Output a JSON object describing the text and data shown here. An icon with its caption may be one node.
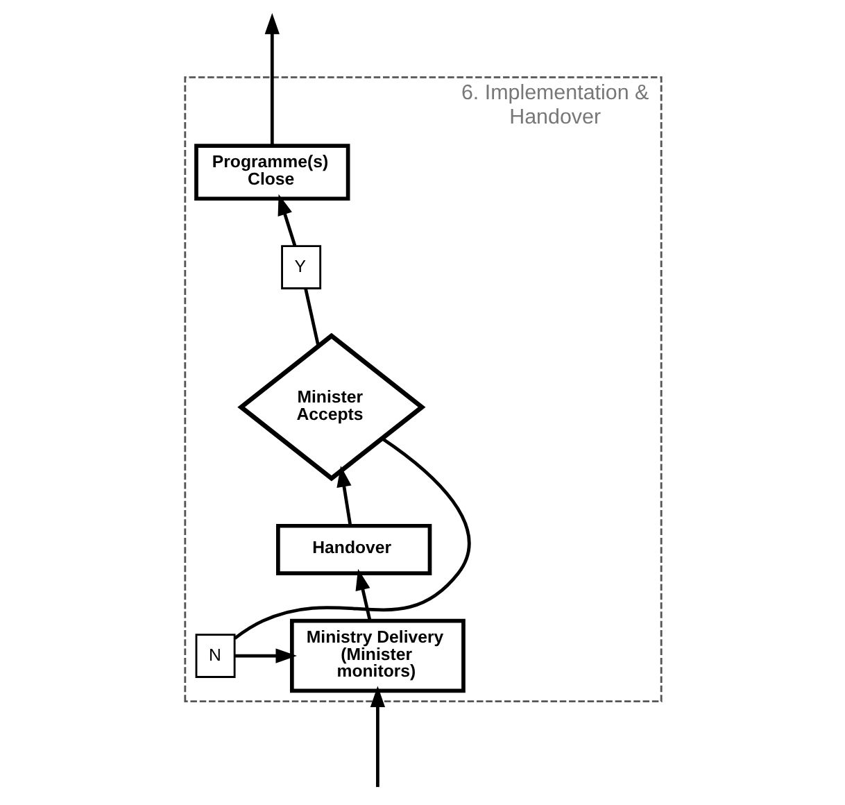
{
  "diagram": {
    "nodes": [
      {
        "text": [
          "6. Implementation & Handover"
        ]
      },
      {
        "text": [
          "Programme(s) Close"
        ],
        "in": 0
      },
      {
        "text": [
          "Y"
        ],
        "in": 0
      },
      {
        "text": [
          "Minister Accepts"
        ],
        "in": 0
      },
      {
        "text": [
          "Handover"
        ],
        "in": 0
      },
      {
        "text": [
          "N"
        ],
        "in": 0
      },
      {
        "text": [
          "Ministry Delivery (Minister monitors)"
        ],
        "in": 0
      }
    ],
    "edges": [
      {
        "from": 1,
        "to": null,
        "arrow": "to"
      },
      {
        "from": 3,
        "to": 2,
        "arrow": "none"
      },
      {
        "from": 2,
        "to": 1,
        "arrow": "to"
      },
      {
        "from": 4,
        "to": 3,
        "arrow": "to"
      },
      {
        "from": 6,
        "to": 4,
        "arrow": "to"
      },
      {
        "from": 3,
        "to": 5,
        "arrow": "none"
      },
      {
        "from": 5,
        "to": 6,
        "arrow": "to"
      },
      {
        "from": null,
        "to": 6,
        "arrow": "to"
      }
    ]
  }
}
